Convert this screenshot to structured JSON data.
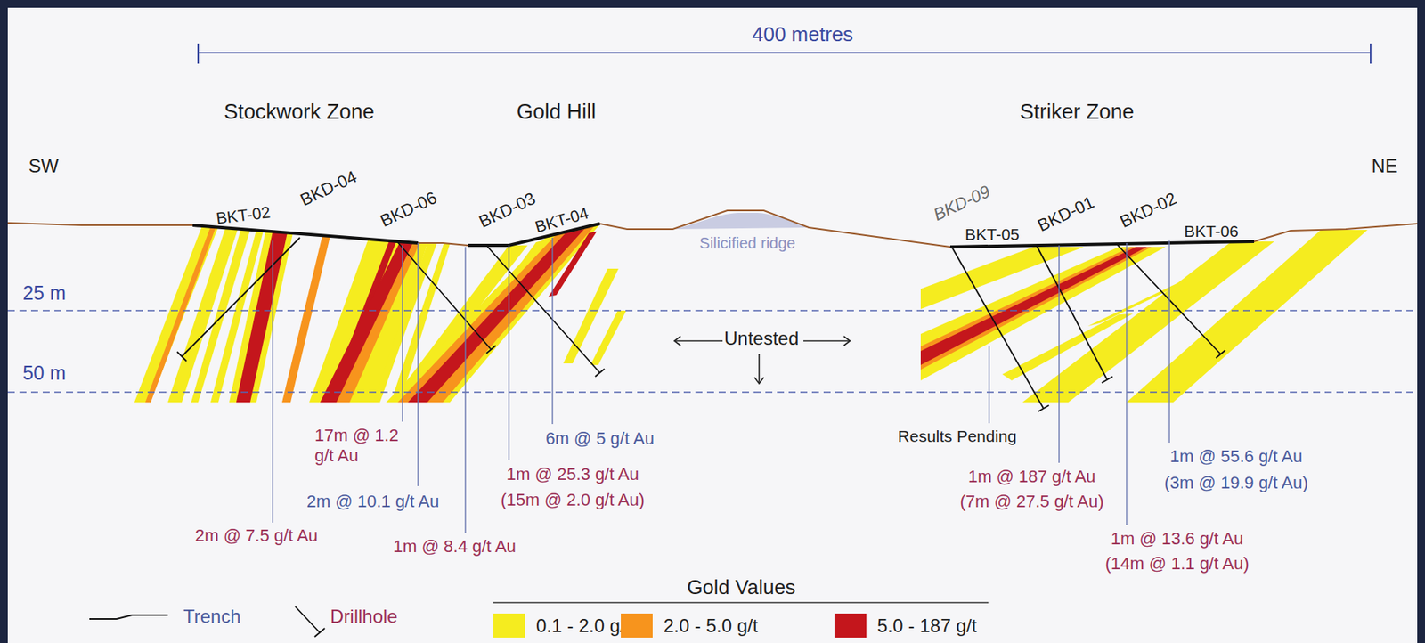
{
  "diagram": {
    "labels": [
      "400 metres",
      "Stockwork Zone",
      "Gold Hill",
      "Striker Zone",
      "SW",
      "NE",
      "25 m",
      "50 m",
      "BKT-02",
      "BKD-04",
      "BKD-06",
      "BKD-03",
      "BKT-04",
      "BKD-09",
      "BKT-05",
      "BKD-01",
      "BKD-02",
      "BKT-06",
      "Silicified ridge",
      "Untested",
      "Results Pending",
      "17m @ 1.2 g/t Au",
      "2m @ 10.1 g/t Au",
      "2m @ 7.5 g/t Au",
      "1m @ 8.4 g/t Au",
      "6m @ 5 g/t Au",
      "1m @ 25.3 g/t Au",
      "(15m @ 2.0 g/t Au)",
      "1m @ 187 g/t Au",
      "(7m @ 27.5 g/t Au)",
      "1m @ 55.6 g/t Au",
      "(3m @ 19.9 g/t Au)",
      "1m @ 13.6 g/t Au",
      "(14m @ 1.1 g/t Au)",
      "Gold Values"
    ],
    "legend": [
      {
        "text": "Trench"
      },
      {
        "text": "Drillhole"
      },
      {
        "text": "0.1 - 2.0 g/t",
        "color": "#f5ec1f"
      },
      {
        "text": "2.0 - 5.0 g/t",
        "color": "#f7941d"
      },
      {
        "text": "5.0 - 187 g/t",
        "color": "#c4161c"
      }
    ]
  }
}
